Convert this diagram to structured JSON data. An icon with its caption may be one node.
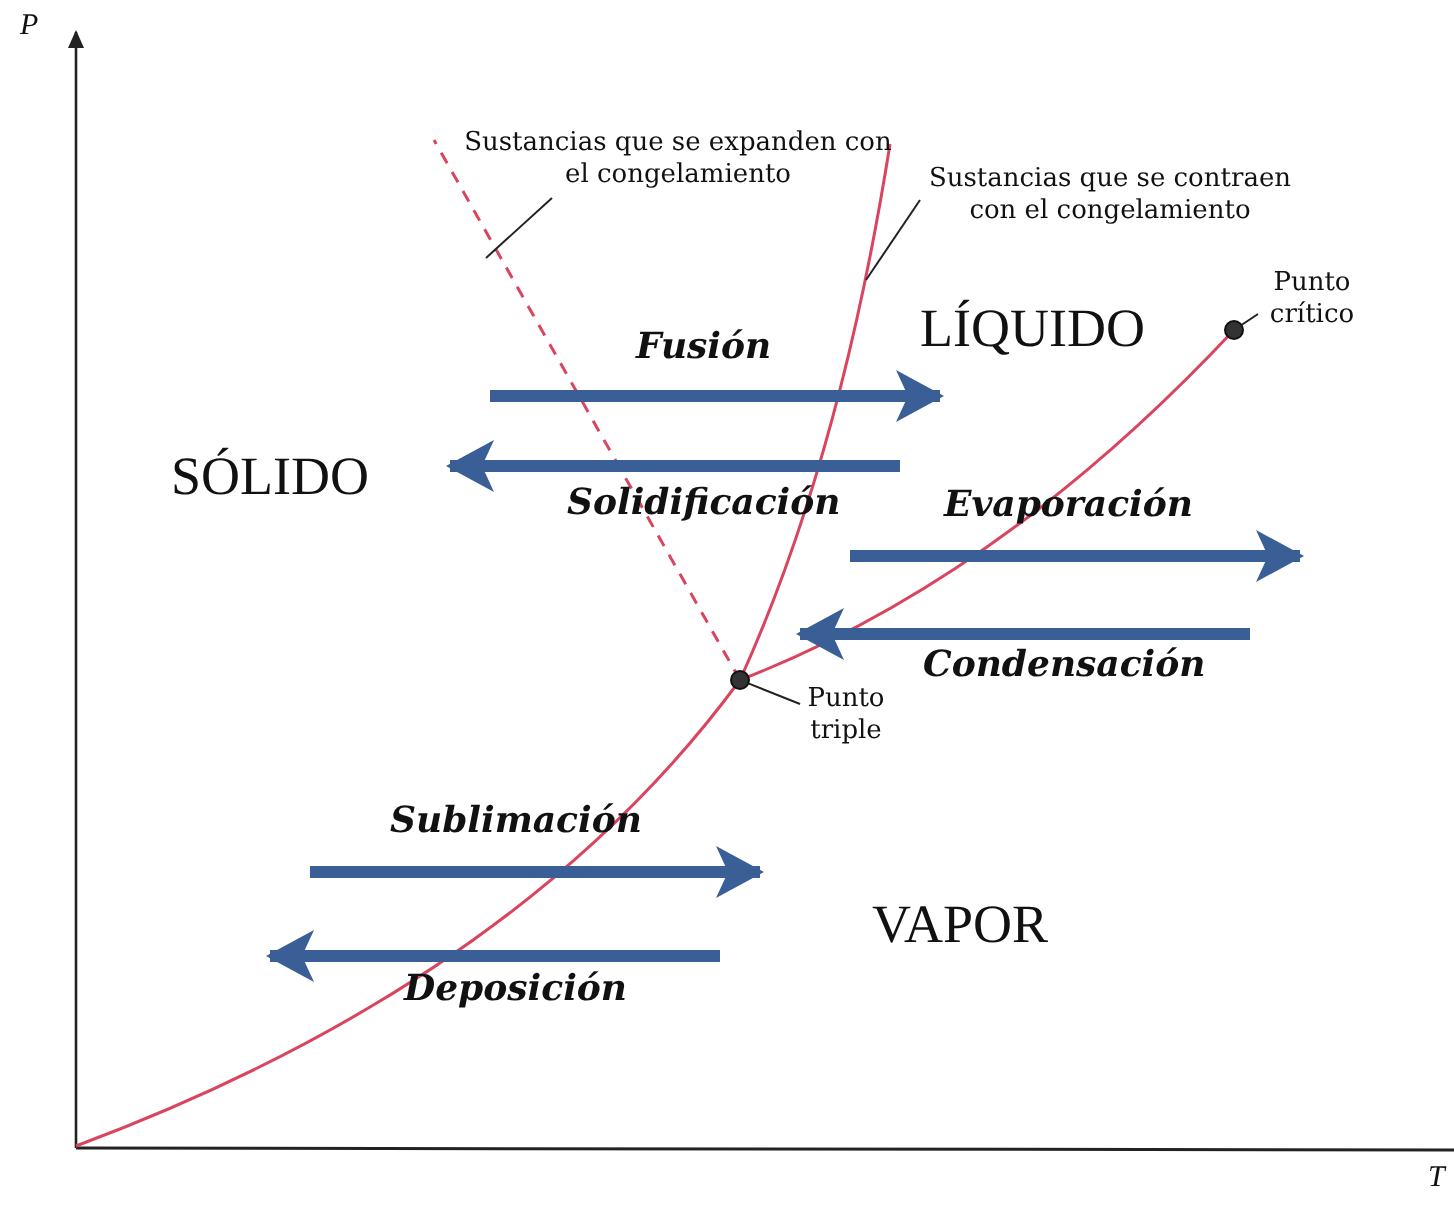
{
  "diagram": {
    "nodes": [
      {
        "text": [
          "Sustancias que se expanden con el congelamiento"
        ]
      },
      {
        "text": [
          "Sustancias que se contraen con el congelamiento"
        ]
      },
      {
        "text": [
          "Punto crítico"
        ]
      },
      {
        "text": [],
        "shape": "circle"
      },
      {
        "text": [
          "Punto triple"
        ]
      },
      {
        "text": [],
        "shape": "circle"
      }
    ],
    "edges": [
      {
        "from": 0,
        "to": null,
        "arrow": "none"
      },
      {
        "from": 1,
        "to": null,
        "arrow": "none"
      },
      {
        "from": 2,
        "to": 3,
        "arrow": "none"
      },
      {
        "from": 4,
        "to": 5,
        "arrow": "none"
      }
    ],
    "labels": [
      "P",
      "Fusión",
      "LÍQUIDO",
      "SÓLIDO",
      "Solidificación",
      "Evaporación",
      "Condensación",
      "Sublimación",
      "VAPOR",
      "Deposición",
      "T"
    ]
  }
}
